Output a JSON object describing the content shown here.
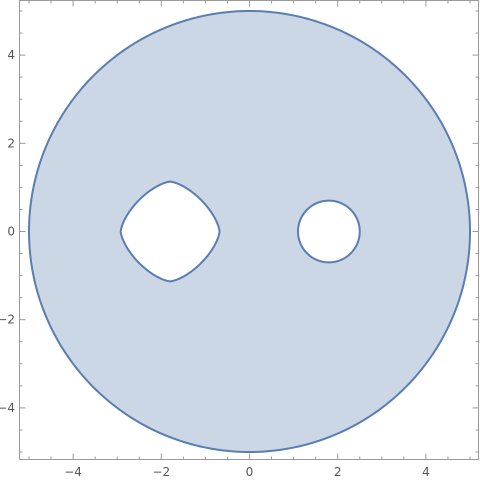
{
  "chart_data": {
    "type": "region",
    "title": "",
    "xlabel": "",
    "ylabel": "",
    "xlim": [
      -5.2,
      5.2
    ],
    "ylim": [
      -5.2,
      5.0
    ],
    "grid": false,
    "fill_color": "#ccd7e6",
    "stroke_color": "#5a7db2",
    "outer_boundary": {
      "shape": "circle",
      "center": [
        0,
        0
      ],
      "radius": 5.0
    },
    "holes": [
      {
        "shape": "superellipse",
        "center": [
          -1.8,
          0
        ],
        "half_width": 1.12,
        "half_height": 1.13,
        "exponent": 1.5
      },
      {
        "shape": "circle",
        "center": [
          1.8,
          0
        ],
        "radius": 0.7
      }
    ],
    "x_ticks": [
      {
        "value": -4,
        "label": "−4"
      },
      {
        "value": -2,
        "label": "−2"
      },
      {
        "value": 0,
        "label": "0"
      },
      {
        "value": 2,
        "label": "2"
      },
      {
        "value": 4,
        "label": "4"
      }
    ],
    "y_ticks": [
      {
        "value": 4,
        "label": "4"
      },
      {
        "value": 2,
        "label": "2"
      },
      {
        "value": 0,
        "label": "0"
      },
      {
        "value": -2,
        "label": "−2"
      },
      {
        "value": -4,
        "label": "−4"
      }
    ]
  }
}
